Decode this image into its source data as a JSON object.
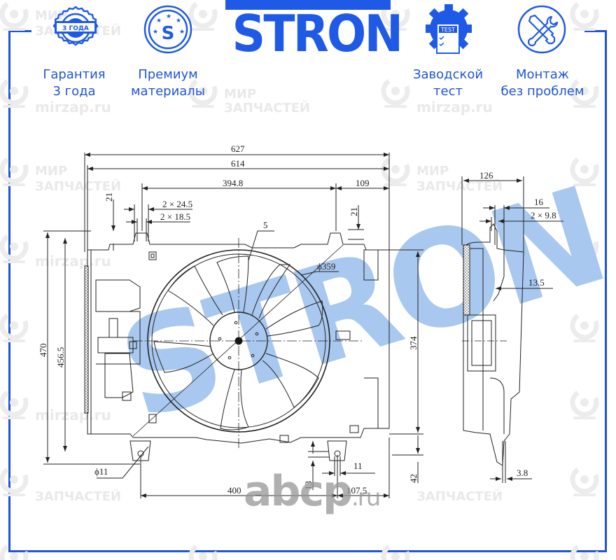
{
  "brand": {
    "logo_text": "STRON",
    "accent_color": "#1f5ae6",
    "label_color": "#1f55d6"
  },
  "features": [
    {
      "icon": "warranty-seal-icon",
      "badge": "3 ГОДА",
      "line1": "Гарантия",
      "line2": "3 года"
    },
    {
      "icon": "premium-star-badge-icon",
      "badge": "S",
      "line1": "Премиум",
      "line2": "материалы"
    },
    {
      "icon": "factory-test-gear-icon",
      "badge": "TEST",
      "line1": "Заводской",
      "line2": "тест"
    },
    {
      "icon": "tools-wrench-screwdriver-icon",
      "badge": "",
      "line1": "Монтаж",
      "line2": "без проблем"
    }
  ],
  "watermarks": {
    "site": "mirzap.ru",
    "name_line1": "МИР",
    "name_line2": "ЗАПЧАСТЕЙ",
    "abcp": "abcp",
    "abcp_suffix": ".ru",
    "stron_watermark": "STRON"
  },
  "drawing": {
    "front_view": {
      "overall_width": "627",
      "frame_width": "614",
      "mount_spacing_top": "394.8",
      "right_offset": "109",
      "tab_width_outer": "2 × 24.5",
      "tab_width_inner": "2 × 18.5",
      "tab_height_left": "21",
      "tab_height_right": "21",
      "blade_clearance": "5",
      "fan_diameter": "ϕ359",
      "overall_height": "470",
      "frame_height": "456.5",
      "mount_height": "374",
      "bottom_offset": "42",
      "hole_diameter": "ϕ11",
      "hole_offset": "11",
      "hole_height": "13",
      "bottom_mount_spacing": "400",
      "bottom_right_offset": "107.5"
    },
    "side_view": {
      "overall_depth": "126",
      "tab_depth": "16",
      "tab_thickness": "2 × 9.8",
      "shroud_offset": "13.5",
      "bottom_offset": "3.8"
    }
  }
}
